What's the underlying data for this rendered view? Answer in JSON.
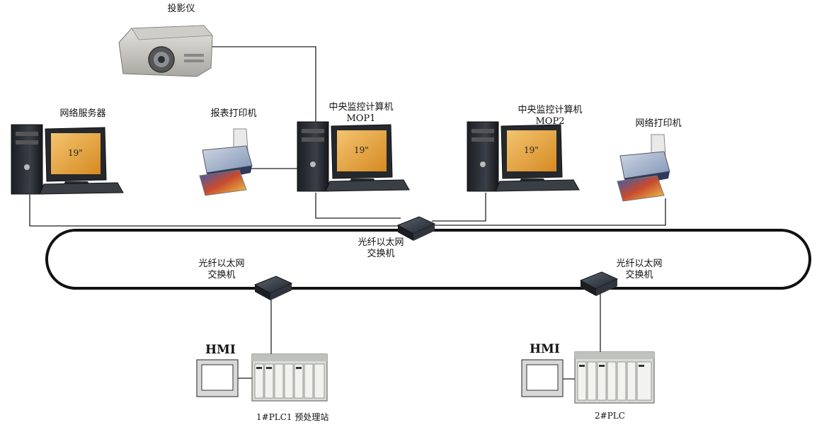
{
  "projector": {
    "label": "投影仪"
  },
  "server": {
    "label": "网络服务器",
    "screen": "19\""
  },
  "report_printer": {
    "label": "报表打印机"
  },
  "mop1": {
    "label_line1": "中央监控计算机",
    "label_line2": "MOP1",
    "screen": "19\""
  },
  "mop2": {
    "label_line1": "中央监控计算机",
    "label_line2": "MOP2",
    "screen": "19\""
  },
  "network_printer": {
    "label": "网络打印机"
  },
  "switch_top": {
    "label_line1": "光纤以太网",
    "label_line2": "交换机"
  },
  "switch_left": {
    "label_line1": "光纤以太网",
    "label_line2": "交换机"
  },
  "switch_right": {
    "label_line1": "光纤以太网",
    "label_line2": "交换机"
  },
  "station1": {
    "hmi": "HMI",
    "caption": "1#PLC1  预处理站"
  },
  "station2": {
    "hmi": "HMI",
    "caption": "2#PLC"
  },
  "colors": {
    "line": "#222222",
    "screen_fill": "#e8a23a",
    "device_dark": "#2b2f36",
    "plc_body": "#d9dbd6"
  }
}
